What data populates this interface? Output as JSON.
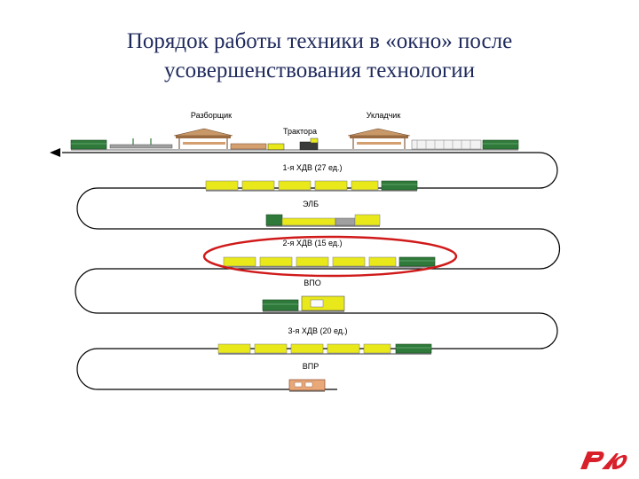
{
  "slide": {
    "title_line1": "Порядок работы техники в «окно» после",
    "title_line2": "усовершенствования технологии"
  },
  "labels": {
    "razborshchik": "Разборщик",
    "ukladchik": "Укладчик",
    "traktora": "Трактора",
    "hdv1": "1-я ХДВ (27 ед.)",
    "elb": "ЭЛБ",
    "hdv2": "2-я ХДВ (15 ед.)",
    "vpo": "ВПО",
    "hdv3": "3-я ХДВ (20 ед.)",
    "vpr": "ВПР"
  },
  "colors": {
    "wagon_yellow": "#e8e81a",
    "loco_green": "#2f7a3a",
    "highlight_red": "#d01a1a",
    "vpr_orange": "#e8a878",
    "gantry_brown": "#9a6a40",
    "logo_red": "#d8202a"
  },
  "icons": {
    "logo": "rzd-logo"
  }
}
